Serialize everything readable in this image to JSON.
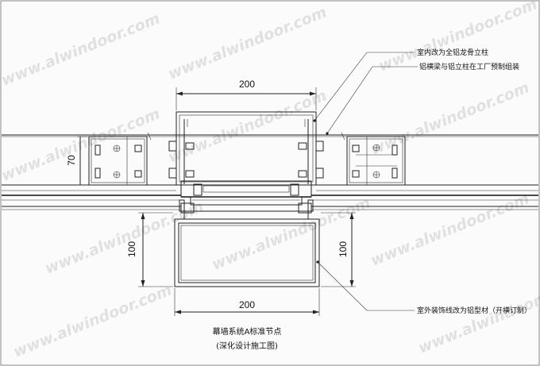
{
  "drawing": {
    "dimensions": {
      "top_width": "200",
      "bottom_width": "200",
      "left_height": "100",
      "right_height": "100",
      "small_height": "70"
    },
    "callouts": [
      "室内改为全铝龙骨立柱",
      "铝横梁与铝立柱在工厂预制组装",
      "室外装饰线改为铝型材（开横订制）"
    ],
    "caption": {
      "title": "幕墙系统A标准节点",
      "subtitle": "(深化设计施工图)"
    },
    "watermark": "www.alwindoor.com"
  }
}
